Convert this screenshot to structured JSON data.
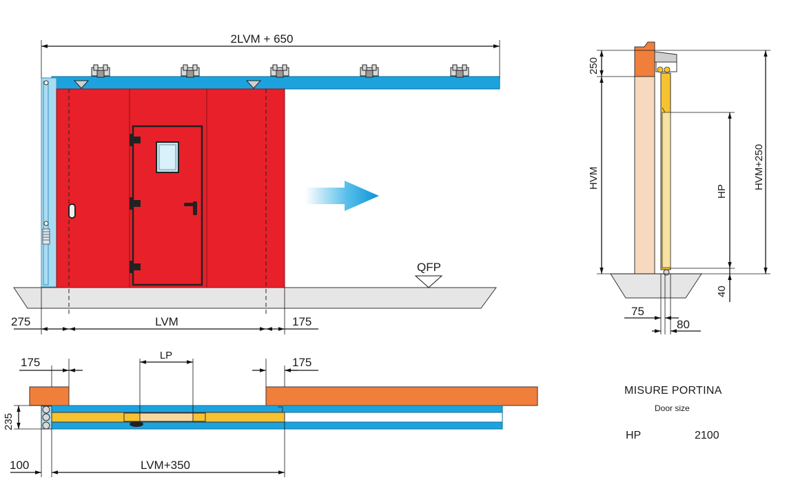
{
  "front_view": {
    "total_width_label": "2LVM + 650",
    "left_margin_label": "275",
    "opening_label": "LVM",
    "right_margin_label": "175",
    "floor_label": "QFP"
  },
  "plan_view": {
    "left_overlap_label": "175",
    "right_overlap_label": "175",
    "wicket_width_label": "LP",
    "depth_label": "235",
    "side_offset_label": "100",
    "leaf_width_label": "LVM+350"
  },
  "section_view": {
    "top_label": "250",
    "opening_height_label": "HVM",
    "wicket_height_label": "HP",
    "overall_height_label": "HVM+250",
    "bottom_label": "40",
    "wall_offset_label": "75",
    "thickness_label": "80"
  },
  "door_size": {
    "title": "MISURE PORTINA",
    "subtitle": "Door size",
    "param_label": "HP",
    "param_value": "2100"
  },
  "colors": {
    "door_red": "#e8202a",
    "rail_blue": "#1ca3de",
    "frame_light_blue": "#a9dcf2",
    "wall_orange": "#f07f3c",
    "insulation_yellow": "#f6c230",
    "wood_beige": "#f7d9bf",
    "ground_grey": "#e6e6e6"
  }
}
